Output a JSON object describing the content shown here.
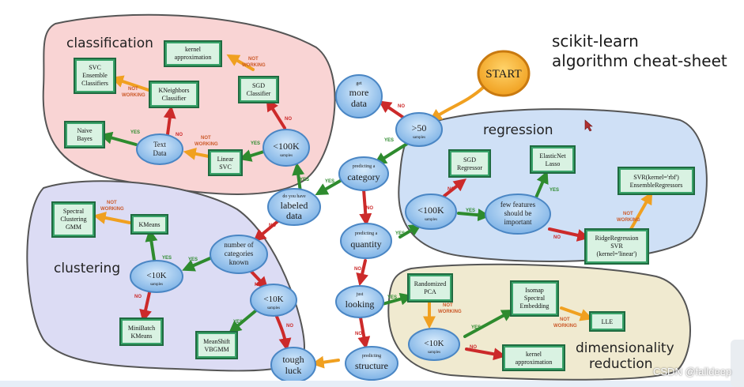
{
  "title": {
    "line1": "scikit-learn",
    "line2": "algorithm cheat-sheet"
  },
  "watermark": "CSDN @falldeep",
  "colors": {
    "yes": "#2e8b2e",
    "no": "#cc2a2a",
    "notWorking": "#f0a020",
    "box": "#3aa36a",
    "node": "#8cc0ec"
  },
  "regions": {
    "classification": "classification",
    "clustering": "clustering",
    "regression": "regression",
    "dimensionality": [
      "dimensionality",
      "reduction"
    ]
  },
  "start": "START",
  "nodes": {
    "more_data": {
      "small": "get",
      "big": [
        "more",
        "data"
      ]
    },
    "gt50": {
      "big": [
        ">50"
      ],
      "small": "samples"
    },
    "category": {
      "small": "predicting a",
      "big": [
        "category"
      ]
    },
    "labeled": {
      "small": "do you have",
      "big": [
        "labeled",
        "data"
      ]
    },
    "lt100k_class": {
      "big": [
        "<100K"
      ],
      "small": "samples"
    },
    "text_data": {
      "big": [
        "Text",
        "Data"
      ]
    },
    "quantity": {
      "small": "predicting a",
      "big": [
        "quantity"
      ]
    },
    "lt100k_reg": {
      "big": [
        "<100K"
      ],
      "small": "samples"
    },
    "few_features": {
      "lines": [
        "few features",
        "should be",
        "important"
      ]
    },
    "num_categories": {
      "lines": [
        "number of",
        "categories",
        "known"
      ]
    },
    "lt10k_clust": {
      "big": [
        "<10K"
      ],
      "small": "samples"
    },
    "lt10k_clust2": {
      "big": [
        "<10K"
      ],
      "small": "samples"
    },
    "looking": {
      "small": "just",
      "big": [
        "looking"
      ]
    },
    "structure": {
      "small": "predicting",
      "big": [
        "structure"
      ]
    },
    "lt10k_dim": {
      "big": [
        "<10K"
      ],
      "small": "samples"
    }
  },
  "boxes": {
    "kernel_approx_class": [
      "kernel",
      "approximation"
    ],
    "svc_ensemble": [
      "SVC",
      "Ensemble",
      "Classifiers"
    ],
    "kneighbors": [
      "KNeighbors",
      "Classifier"
    ],
    "sgd_classifier": [
      "SGD",
      "Classifier"
    ],
    "naive_bayes": [
      "Naive",
      "Bayes"
    ],
    "linear_svc": [
      "Linear",
      "SVC"
    ],
    "sgd_regressor": [
      "SGD",
      "Regressor"
    ],
    "elasticnet": [
      "ElasticNet",
      "Lasso"
    ],
    "svr_rbf": [
      "SVR(kernel='rbf')",
      "EnsembleRegressors"
    ],
    "ridge": [
      "RidgeRegression",
      "SVR",
      "(kernel='linear')"
    ],
    "spectral_clustering": [
      "Spectral",
      "Clustering",
      "GMM"
    ],
    "kmeans": [
      "KMeans"
    ],
    "minibatch": [
      "MiniBatch",
      "KMeans"
    ],
    "meanshift": [
      "MeanShift",
      "VBGMM"
    ],
    "randomized_pca": [
      "Randomized",
      "PCA"
    ],
    "isomap": [
      "Isomap",
      "Spectral",
      "Embedding"
    ],
    "lle": [
      "LLE"
    ],
    "kernel_approx_dim": [
      "kernel",
      "approximation"
    ]
  },
  "tough_luck": [
    "tough",
    "luck"
  ],
  "labels": {
    "yes": "YES",
    "no": "NO",
    "not_working": [
      "NOT",
      "WORKING"
    ]
  }
}
